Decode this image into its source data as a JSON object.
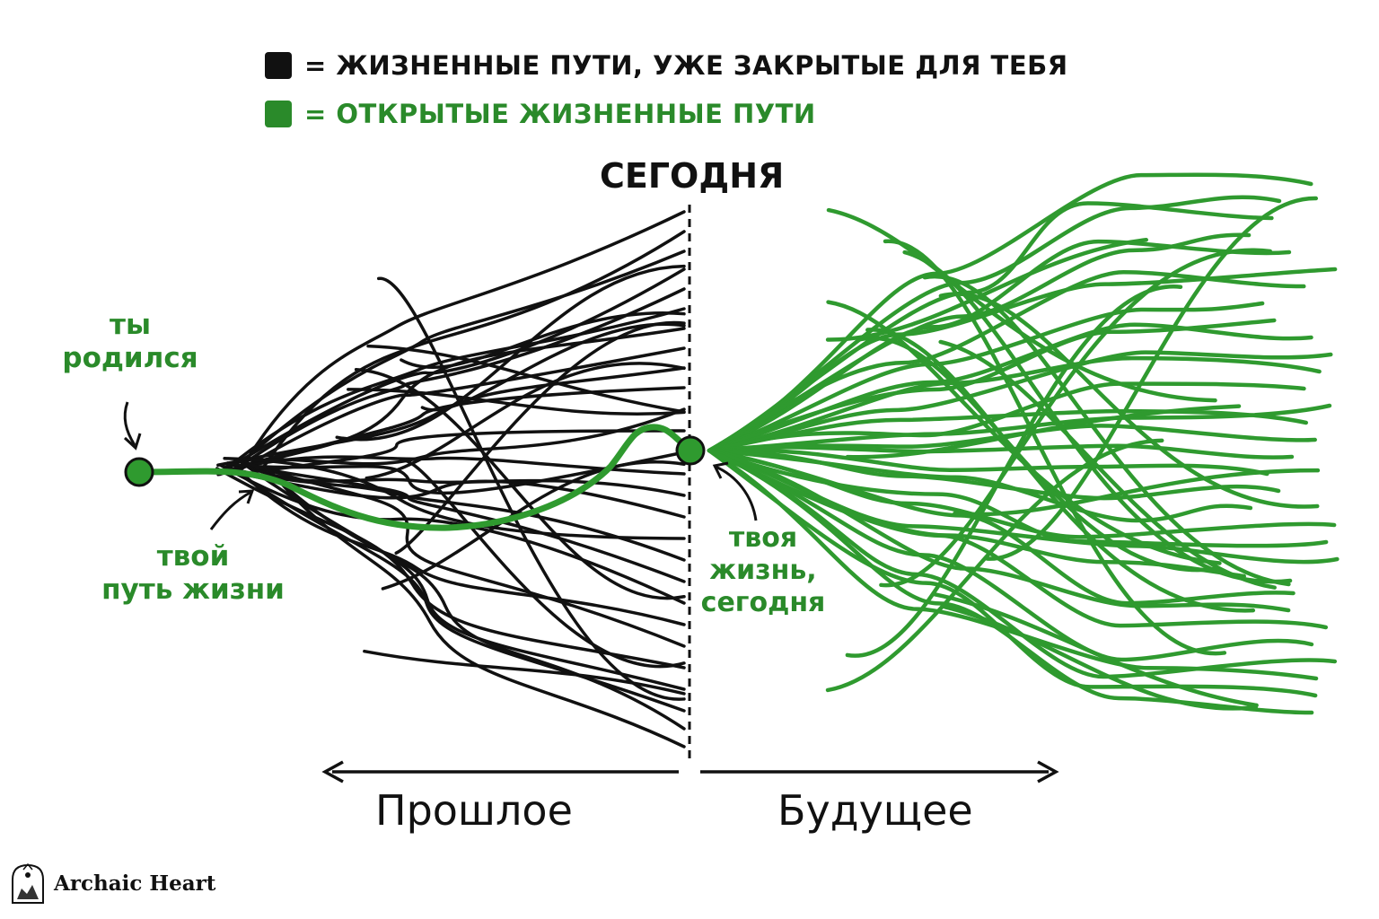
{
  "legend": {
    "closed": {
      "label": "= ЖИЗНЕННЫЕ ПУТИ, УЖЕ ЗАКРЫТЫЕ ДЛЯ ТЕБЯ",
      "color": "#111111"
    },
    "open": {
      "label": "= ОТКРЫТЫЕ ЖИЗНЕННЫЕ ПУТИ",
      "color": "#2a8a2a"
    }
  },
  "today_label": "СЕГОДНЯ",
  "born_label": {
    "line1": "ты",
    "line2": "родился"
  },
  "path_label": {
    "line1": "твой",
    "line2": "путь жизни"
  },
  "today_life_label": {
    "line1": "твоя",
    "line2": "жизнь,",
    "line3": "сегодня"
  },
  "timeline": {
    "past": "Прошлое",
    "future": "Будущее"
  },
  "brand": {
    "name": "Archaic Heart",
    "icon": "archaic-heart-logo-icon"
  },
  "colors": {
    "closed": "#111111",
    "open": "#2a8a2a"
  }
}
